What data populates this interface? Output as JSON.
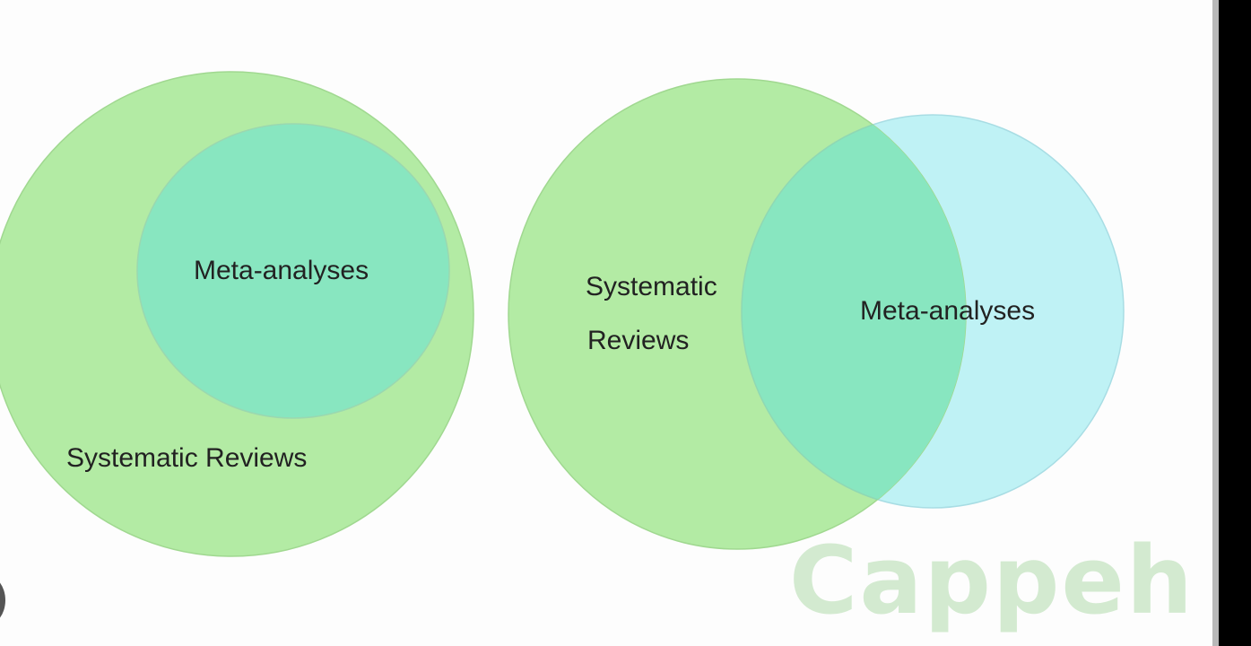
{
  "diagram_left": {
    "outer_label": "Systematic Reviews",
    "inner_label": "Meta-analyses"
  },
  "diagram_right": {
    "left_label_line1": "Systematic",
    "left_label_line2": "Reviews",
    "right_label": "Meta-analyses"
  },
  "watermark": "Cappeh",
  "colors": {
    "green": "#b3eba4",
    "overlap": "#88e6c0",
    "cyan": "#bff2f5"
  }
}
